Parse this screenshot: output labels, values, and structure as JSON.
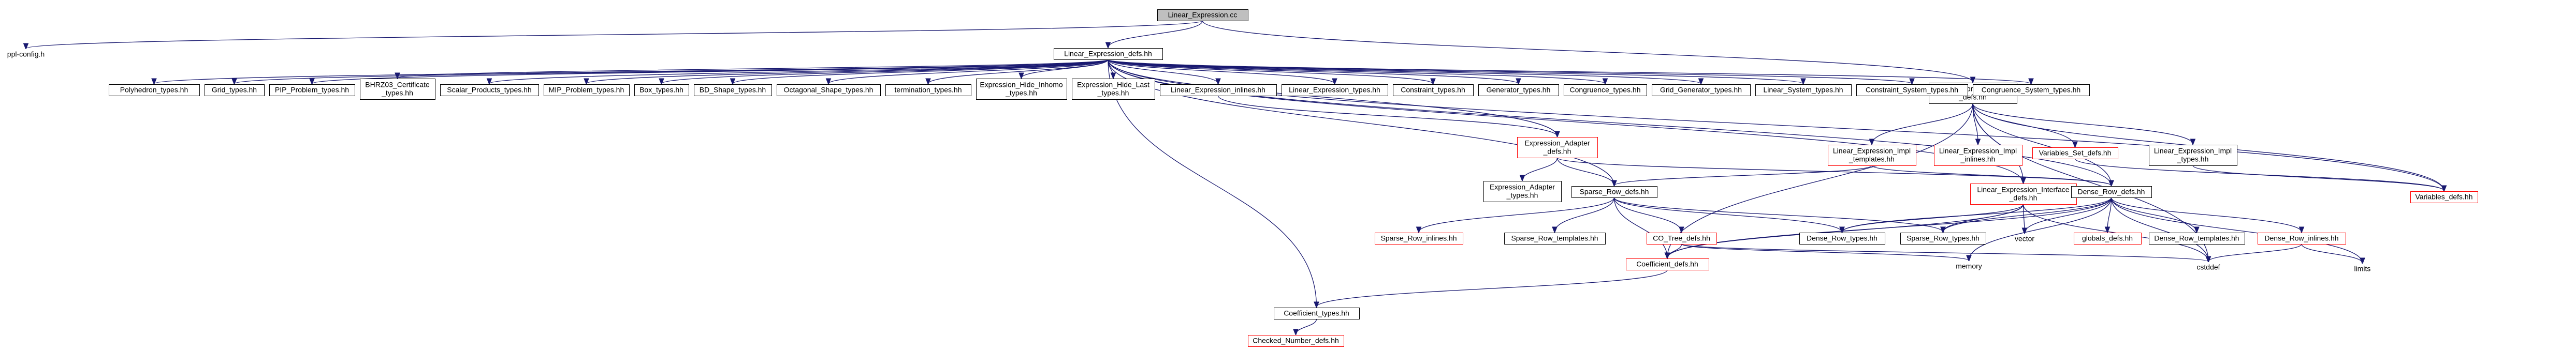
{
  "colors": {
    "edge": "#191970",
    "highlight_border": "#ff0000",
    "root_fill": "#bfbfbf"
  },
  "nodes": [
    {
      "id": "root",
      "lines": [
        "Linear_Expression.cc"
      ],
      "style": "root"
    },
    {
      "id": "ppl_config",
      "lines": [
        "ppl-config.h"
      ],
      "style": "plain"
    },
    {
      "id": "le_defs",
      "lines": [
        "Linear_Expression_defs.hh"
      ],
      "style": "normal"
    },
    {
      "id": "le_impl_defs",
      "lines": [
        "Linear_Expression_Impl",
        "_defs.hh"
      ],
      "style": "normal"
    },
    {
      "id": "polyhedron_types",
      "lines": [
        "Polyhedron_types.hh"
      ],
      "style": "normal"
    },
    {
      "id": "grid_types",
      "lines": [
        "Grid_types.hh"
      ],
      "style": "normal"
    },
    {
      "id": "pip_problem_types",
      "lines": [
        "PIP_Problem_types.hh"
      ],
      "style": "normal"
    },
    {
      "id": "bhrz03",
      "lines": [
        "BHRZ03_Certificate",
        "_types.hh"
      ],
      "style": "normal"
    },
    {
      "id": "scalar_products",
      "lines": [
        "Scalar_Products_types.hh"
      ],
      "style": "normal"
    },
    {
      "id": "mip_problem_types",
      "lines": [
        "MIP_Problem_types.hh"
      ],
      "style": "normal"
    },
    {
      "id": "box_types",
      "lines": [
        "Box_types.hh"
      ],
      "style": "normal"
    },
    {
      "id": "bd_shape_types",
      "lines": [
        "BD_Shape_types.hh"
      ],
      "style": "normal"
    },
    {
      "id": "octagonal_shape_types",
      "lines": [
        "Octagonal_Shape_types.hh"
      ],
      "style": "normal"
    },
    {
      "id": "termination_types",
      "lines": [
        "termination_types.hh"
      ],
      "style": "normal"
    },
    {
      "id": "expr_hide_inhomo",
      "lines": [
        "Expression_Hide_Inhomo",
        "_types.hh"
      ],
      "style": "normal"
    },
    {
      "id": "expr_hide_last",
      "lines": [
        "Expression_Hide_Last",
        "_types.hh"
      ],
      "style": "normal"
    },
    {
      "id": "le_inlines",
      "lines": [
        "Linear_Expression_inlines.hh"
      ],
      "style": "normal"
    },
    {
      "id": "le_types",
      "lines": [
        "Linear_Expression_types.hh"
      ],
      "style": "normal"
    },
    {
      "id": "constraint_types",
      "lines": [
        "Constraint_types.hh"
      ],
      "style": "normal"
    },
    {
      "id": "generator_types",
      "lines": [
        "Generator_types.hh"
      ],
      "style": "normal"
    },
    {
      "id": "congruence_types",
      "lines": [
        "Congruence_types.hh"
      ],
      "style": "normal"
    },
    {
      "id": "grid_generator_types",
      "lines": [
        "Grid_Generator_types.hh"
      ],
      "style": "normal"
    },
    {
      "id": "linear_system_types",
      "lines": [
        "Linear_System_types.hh"
      ],
      "style": "normal"
    },
    {
      "id": "constraint_system_types",
      "lines": [
        "Constraint_System_types.hh"
      ],
      "style": "normal"
    },
    {
      "id": "congruence_system_types",
      "lines": [
        "Congruence_System_types.hh"
      ],
      "style": "normal"
    },
    {
      "id": "le_impl_templates",
      "lines": [
        "Linear_Expression_Impl",
        "_templates.hh"
      ],
      "style": "red"
    },
    {
      "id": "le_impl_inlines",
      "lines": [
        "Linear_Expression_Impl",
        "_inlines.hh"
      ],
      "style": "red"
    },
    {
      "id": "variables_set_defs",
      "lines": [
        "Variables_Set_defs.hh"
      ],
      "style": "red"
    },
    {
      "id": "le_impl_types",
      "lines": [
        "Linear_Expression_Impl",
        "_types.hh"
      ],
      "style": "normal"
    },
    {
      "id": "expr_adapter_defs",
      "lines": [
        "Expression_Adapter",
        "_defs.hh"
      ],
      "style": "red"
    },
    {
      "id": "expr_adapter_types",
      "lines": [
        "Expression_Adapter",
        "_types.hh"
      ],
      "style": "normal"
    },
    {
      "id": "sparse_row_defs",
      "lines": [
        "Sparse_Row_defs.hh"
      ],
      "style": "normal"
    },
    {
      "id": "le_interface_defs",
      "lines": [
        "Linear_Expression_Interface",
        "_defs.hh"
      ],
      "style": "red"
    },
    {
      "id": "dense_row_defs",
      "lines": [
        "Dense_Row_defs.hh"
      ],
      "style": "normal"
    },
    {
      "id": "variables_defs",
      "lines": [
        "Variables_defs.hh"
      ],
      "style": "red"
    },
    {
      "id": "sparse_row_inlines",
      "lines": [
        "Sparse_Row_inlines.hh"
      ],
      "style": "red"
    },
    {
      "id": "sparse_row_templates",
      "lines": [
        "Sparse_Row_templates.hh"
      ],
      "style": "normal"
    },
    {
      "id": "co_tree_defs",
      "lines": [
        "CO_Tree_defs.hh"
      ],
      "style": "red"
    },
    {
      "id": "dense_row_types",
      "lines": [
        "Dense_Row_types.hh"
      ],
      "style": "normal"
    },
    {
      "id": "sparse_row_types",
      "lines": [
        "Sparse_Row_types.hh"
      ],
      "style": "normal"
    },
    {
      "id": "vector",
      "lines": [
        "vector"
      ],
      "style": "plain"
    },
    {
      "id": "globals_defs",
      "lines": [
        "globals_defs.hh"
      ],
      "style": "red"
    },
    {
      "id": "dense_row_templates",
      "lines": [
        "Dense_Row_templates.hh"
      ],
      "style": "normal"
    },
    {
      "id": "dense_row_inlines",
      "lines": [
        "Dense_Row_inlines.hh"
      ],
      "style": "red"
    },
    {
      "id": "coefficient_defs",
      "lines": [
        "Coefficient_defs.hh"
      ],
      "style": "red"
    },
    {
      "id": "memory",
      "lines": [
        "memory"
      ],
      "style": "plain"
    },
    {
      "id": "cstddef",
      "lines": [
        "cstddef"
      ],
      "style": "plain"
    },
    {
      "id": "limits",
      "lines": [
        "limits"
      ],
      "style": "plain"
    },
    {
      "id": "coefficient_types",
      "lines": [
        "Coefficient_types.hh"
      ],
      "style": "normal"
    },
    {
      "id": "checked_number_defs",
      "lines": [
        "Checked_Number_defs.hh"
      ],
      "style": "red"
    }
  ]
}
